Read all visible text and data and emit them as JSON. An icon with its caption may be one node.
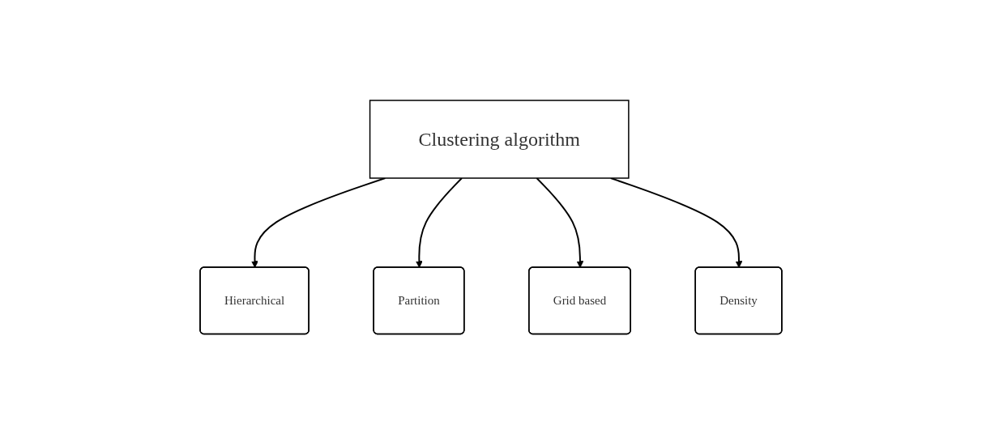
{
  "diagram": {
    "nodes": [
      {
        "text": [
          "Clustering algorithm"
        ]
      },
      {
        "text": [
          "Hierarchical"
        ]
      },
      {
        "text": [
          "Partition"
        ]
      },
      {
        "text": [
          "Grid based"
        ]
      },
      {
        "text": [
          "Density"
        ]
      }
    ],
    "edges": [
      {
        "from": 0,
        "to": 1,
        "arrow": "to"
      },
      {
        "from": 0,
        "to": 2,
        "arrow": "to"
      },
      {
        "from": 0,
        "to": 3,
        "arrow": "to"
      },
      {
        "from": 0,
        "to": 4,
        "arrow": "to"
      }
    ]
  }
}
